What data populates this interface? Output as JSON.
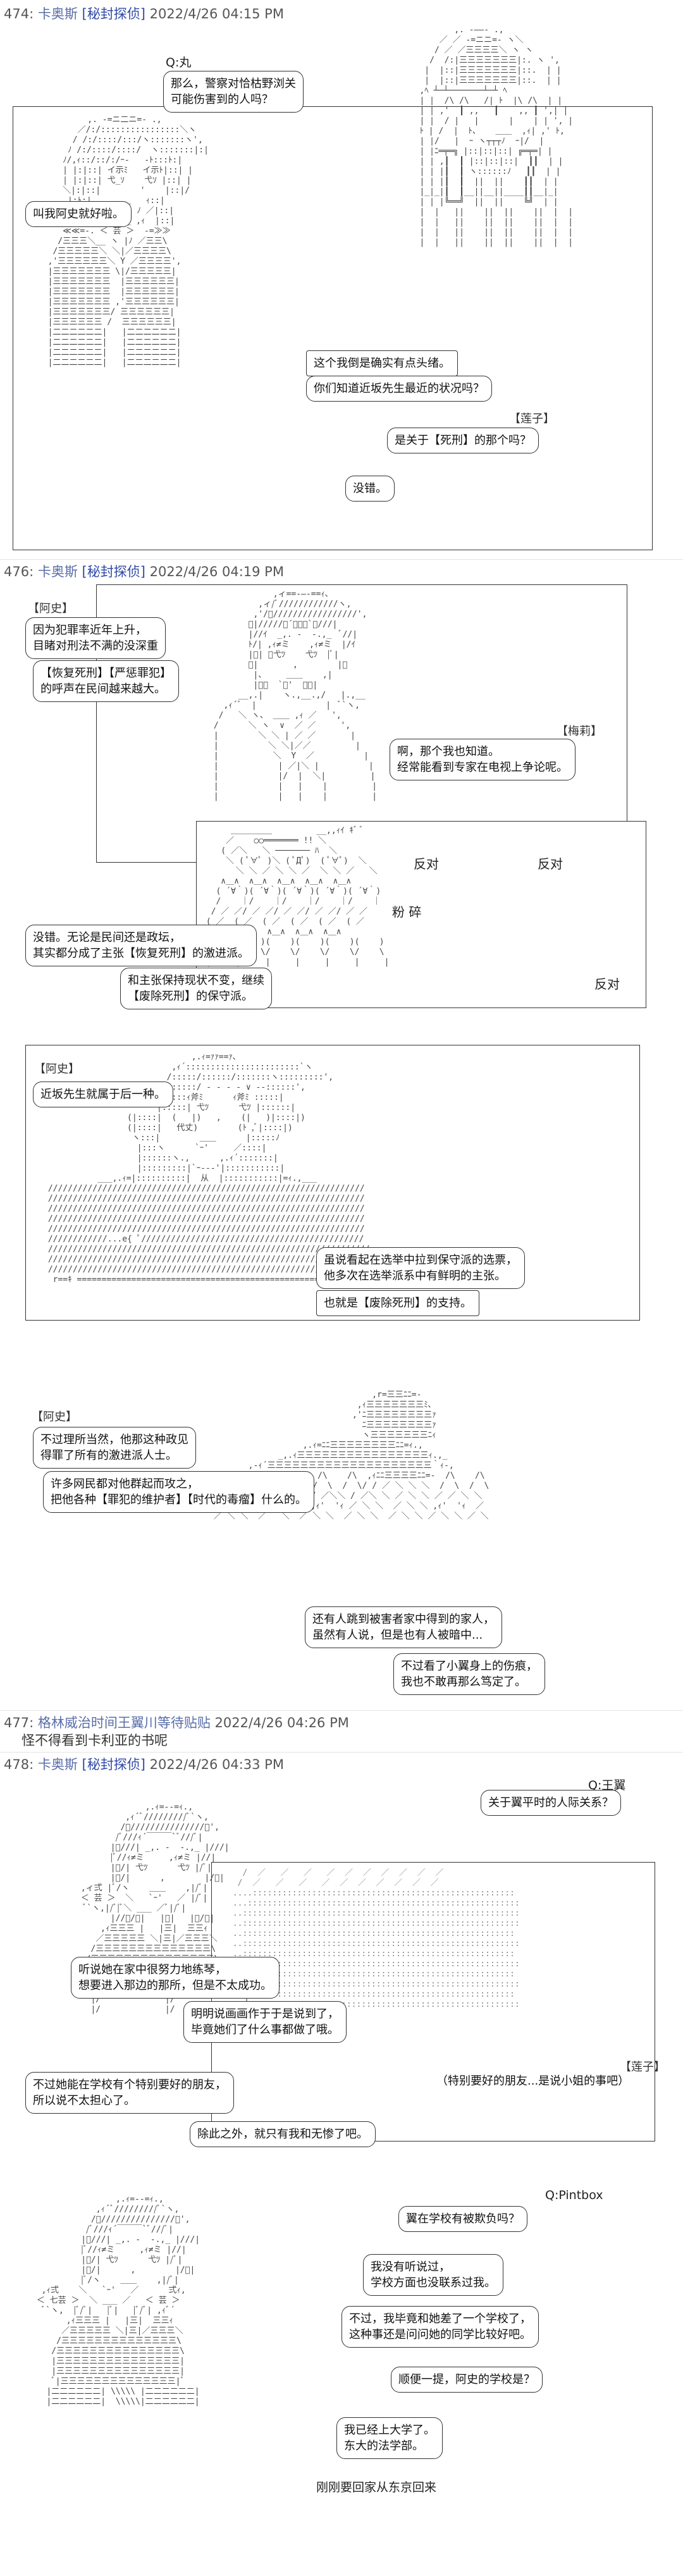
{
  "posts": [
    {
      "number": "474",
      "user": "卡奥斯",
      "board": "[秘封探侦]",
      "time": "2022/4/26 04:15 PM"
    },
    {
      "number": "476",
      "user": "卡奥斯",
      "board": "[秘封探侦]",
      "time": "2022/4/26 04:19 PM"
    },
    {
      "number": "477",
      "user": "格林威治时间王翼川等待贴贴",
      "board": "",
      "time": "2022/4/26 04:26 PM",
      "note": "怪不得看到卡利亚的书呢"
    },
    {
      "number": "478",
      "user": "卡奥斯",
      "board": "[秘封探侦]",
      "time": "2022/4/26 04:33 PM"
    }
  ],
  "scene1": {
    "header_q": "Q:丸",
    "q_bubble": "那么，警察对恰枯野浏关\n可能伤害到的人吗？",
    "left_bubble": "叫我阿史就好啦。",
    "right1": "这个我倒是确实有点头绪。",
    "right2": "你们知道近坂先生最近的状况吗？",
    "tag_lianzi": "【莲子】",
    "lianzi_bubble": "是关于【死刑】的那个吗？",
    "reply": "没错。"
  },
  "scene2": {
    "tag_ashi": "【阿史】",
    "b1": "因为犯罪率近年上升，\n目睹对刑法不满的没深重",
    "b2": "【恢复死刑】【严惩罪犯】\n的呼声在民间越来越大。",
    "tag_meili": "【梅莉】",
    "meili_bubble": "啊，那个我也知道。\n经常能看到专家在电视上争论呢。",
    "left_bubble1": "没错。无论是民间还是政坛，\n其实都分成了主张【恢复死刑】的激进派。",
    "left_bubble2": "和主张保持现状不变，继续\n【废除死刑】的保守派。",
    "ov_fandui": "反对",
    "ov_fenshen": "粉 碎"
  },
  "scene3": {
    "tag_ashi": "【阿史】",
    "b1": "近坂先生就属于后一种。",
    "b2": "虽说看起在选举中拉到保守派的选票，\n他多次在选举派系中有鲜明的主张。",
    "b3": "也就是【废除死刑】的支持。"
  },
  "scene4": {
    "tag_ashi": "【阿史】",
    "b1": "不过理所当然，他那这种政见\n得罪了所有的激进派人士。",
    "b2": "许多网民都对他群起而攻之，\n把他各种【罪犯的维护者】【时代的毒瘤】什么的。",
    "b3": "还有人跳到被害者家中得到的家人，\n虽然有人说，但是也有人被暗中...",
    "b4": "不过看了小翼身上的伤痕，\n我也不敢再那么笃定了。"
  },
  "scene5": {
    "header_q": "Q:王翼",
    "q_bubble": "关于翼平时的人际关系？",
    "b1": "听说她在家中很努力地练琴，\n想要进入那边的那所，但是不太成功。",
    "b2": "明明说画画作于于是说到了，\n毕竟她们了什么事都做了哦。",
    "b3": "不过她能在学校有个特别要好的朋友，\n所以说不太担心了。",
    "b4": "除此之外，就只有我和无惨了吧。",
    "tag_lianzi": "【莲子】",
    "lianzi_bubble": "（特别要好的朋友...是说小姐的事吧）"
  },
  "scene6": {
    "header_q": "Q:Pintbox",
    "q_bubble": "翼在学校有被欺负吗？",
    "b1": "我没有听说过，\n学校方面也没联系过我。",
    "b2": "不过，我毕竟和她差了一个学校了，\n这种事还是问问她的同学比较好吧。",
    "q2": "顺便一提，阿史的学校是？",
    "b3": "我已经上大学了。\n东大的法学部。",
    "caption": "刚刚要回家从东京回来"
  }
}
